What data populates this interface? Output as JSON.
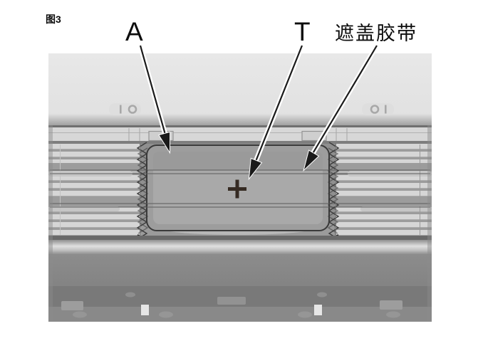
{
  "figure": {
    "label": "图3"
  },
  "callouts": {
    "a": "A",
    "t": "T",
    "tape": "遮盖胶带"
  },
  "illustration": {
    "description": "Front bumper center grille opening covered with masking tape; torn tape edges shown as zigzags; cross mark at taped center target point",
    "marks": {
      "center_target": "+"
    },
    "colors": {
      "hood": "#e6e6e6",
      "grille_slat": "#d6d6d6",
      "grille_gap": "#9c9c9c",
      "opening_shadow": "#8f8f8f",
      "tape": "#a9a9a9",
      "outline": "#3a3a3a",
      "lower_bumper": "#828282",
      "cross_mark": "#352a22",
      "label_text": "#0d0d0d"
    }
  }
}
